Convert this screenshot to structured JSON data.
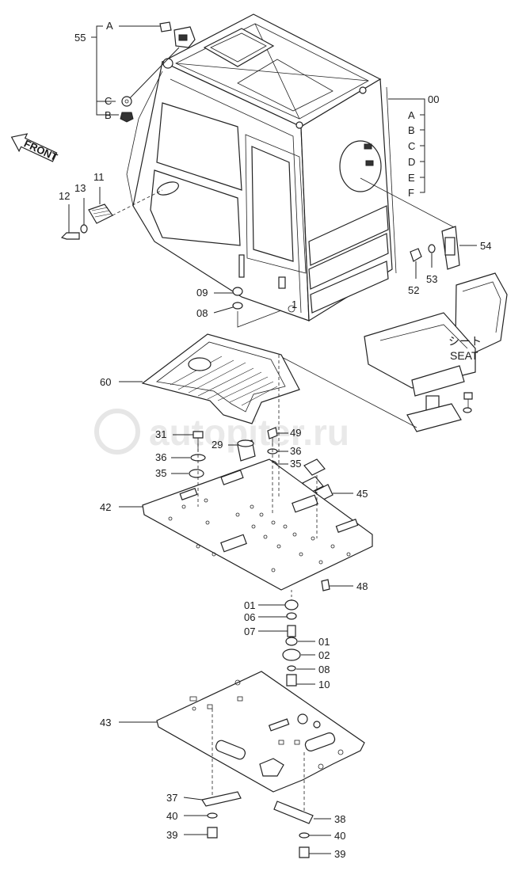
{
  "watermark": "autopiter.ru",
  "front_arrow": "FRONT",
  "seat_jp": "シート",
  "seat_en": "SEAT",
  "labels": {
    "A_top": "A",
    "p55": "55",
    "C": "C",
    "B": "B",
    "p00": "00",
    "fA": "A",
    "fB": "B",
    "fC": "C",
    "fD": "D",
    "fE": "E",
    "fF": "F",
    "p11": "11",
    "p12": "12",
    "p13": "13",
    "p54": "54",
    "p52": "52",
    "p53": "53",
    "p09": "09",
    "p08a": "08",
    "pin1": "1",
    "p60": "60",
    "p31": "31",
    "p29": "29",
    "p49": "49",
    "p36a": "36",
    "p36b": "36",
    "p35a": "35",
    "p35b": "35",
    "p45": "45",
    "p42": "42",
    "p48": "48",
    "p01a": "01",
    "p06": "06",
    "p07": "07",
    "p01b": "01",
    "p02": "02",
    "p08b": "08",
    "p10": "10",
    "p43": "43",
    "p37": "37",
    "p40a": "40",
    "p39a": "39",
    "p38": "38",
    "p40b": "40",
    "p39b": "39"
  }
}
